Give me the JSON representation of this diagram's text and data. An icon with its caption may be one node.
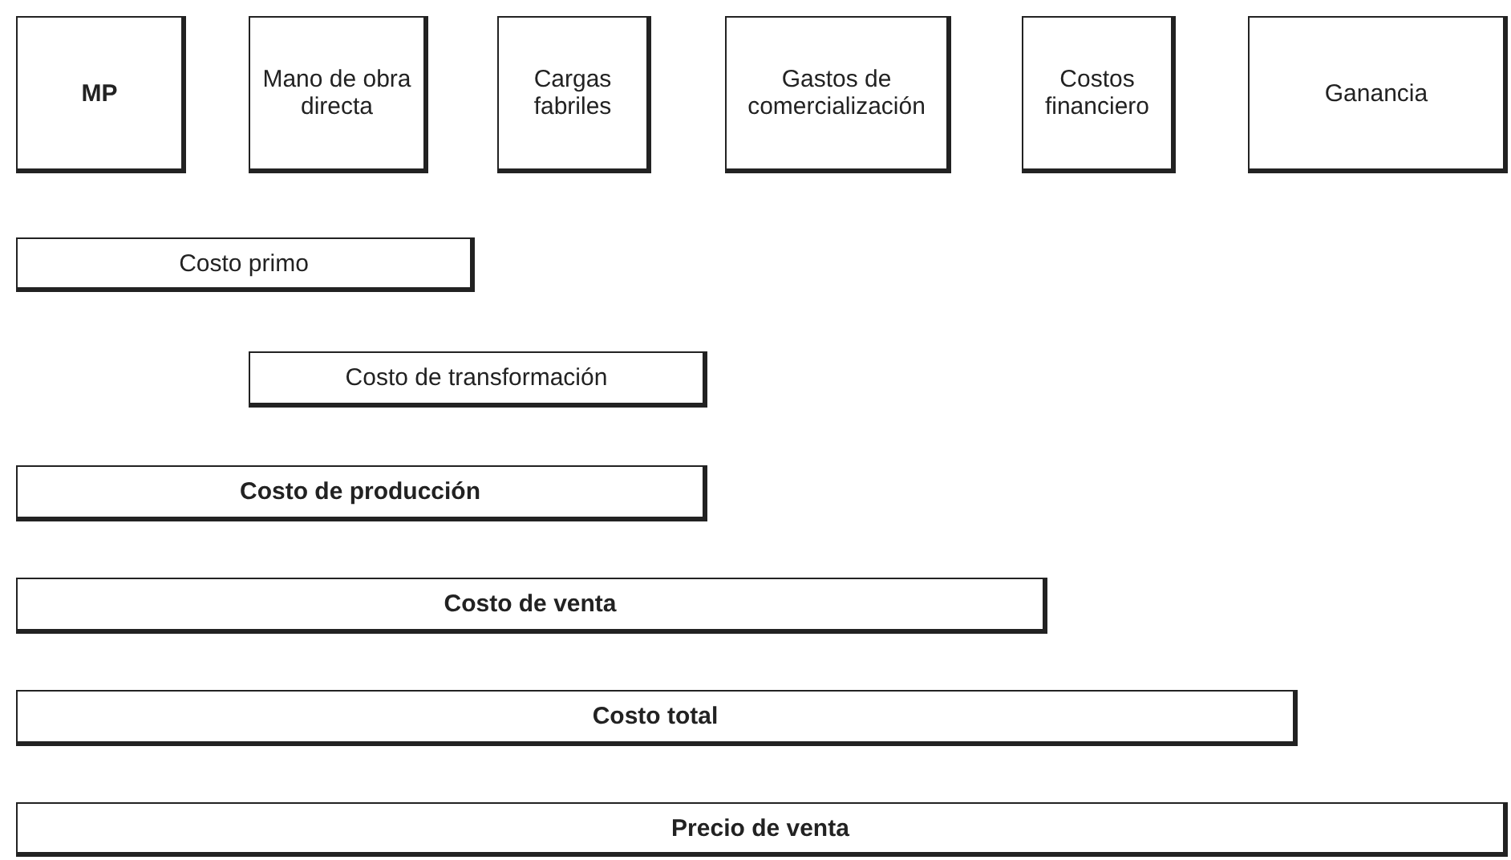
{
  "diagram": {
    "nodes": [
      {
        "text": [
          "MP"
        ]
      },
      {
        "text": [
          "Mano de obra directa"
        ]
      },
      {
        "text": [
          "Cargas fabriles"
        ]
      },
      {
        "text": [
          "Gastos de comercialización"
        ]
      },
      {
        "text": [
          "Costos financiero"
        ]
      },
      {
        "text": [
          "Ganancia"
        ]
      },
      {
        "text": [
          "Costo primo"
        ]
      },
      {
        "text": [
          "Costo de transformación"
        ]
      },
      {
        "text": [
          "Costo de producción"
        ]
      },
      {
        "text": [
          "Costo de venta"
        ]
      },
      {
        "text": [
          "Costo total"
        ]
      },
      {
        "text": [
          "Precio de venta"
        ]
      }
    ]
  }
}
